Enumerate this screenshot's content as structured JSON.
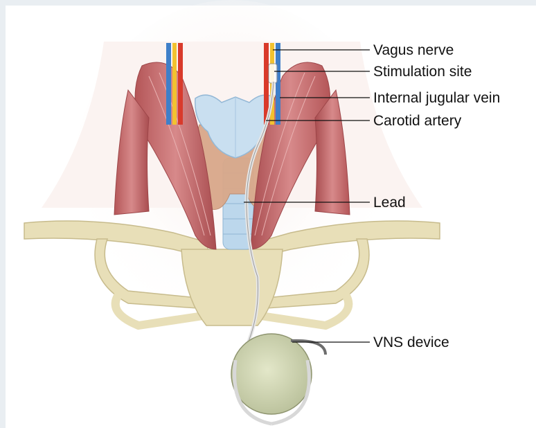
{
  "labels": {
    "vagus_nerve": "Vagus nerve",
    "stimulation_site": "Stimulation site",
    "internal_jugular_vein": "Internal jugular vein",
    "carotid_artery": "Carotid artery",
    "lead": "Lead",
    "vns_device": "VNS device"
  },
  "colors": {
    "page_border": "#e9eef2",
    "background": "#ffffff",
    "muscle": "#c96b6e",
    "bone": "#e8dfb8",
    "cartilage": "#c9dff0",
    "artery": "#d93a2b",
    "vein": "#3f7fc9",
    "nerve": "#f2c230",
    "device": "#d4d9b8"
  }
}
